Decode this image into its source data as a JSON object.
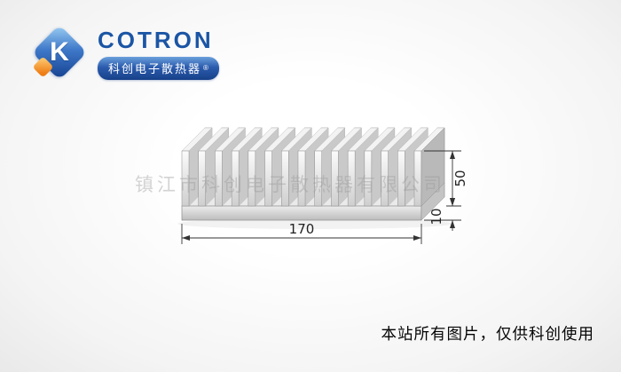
{
  "logo": {
    "monogram": "K",
    "brand": "COTRON",
    "tagline": "科创电子散热器",
    "registered": "®"
  },
  "drawing": {
    "type": "extruded-heatsink-isometric",
    "fin_count": 15,
    "dim_width": "170",
    "dim_height": "50",
    "dim_base_thickness": "10"
  },
  "watermark": "镇江市科创电子散热器有限公司",
  "footer": {
    "note": "本站所有图片，仅供科创使用"
  },
  "colors": {
    "brand_blue": "#1b55a5",
    "accent_orange": "#ee7d15",
    "dim_line": "#333333",
    "metal_light": "#f3f3f3",
    "metal_dark": "#b9b9b9"
  }
}
